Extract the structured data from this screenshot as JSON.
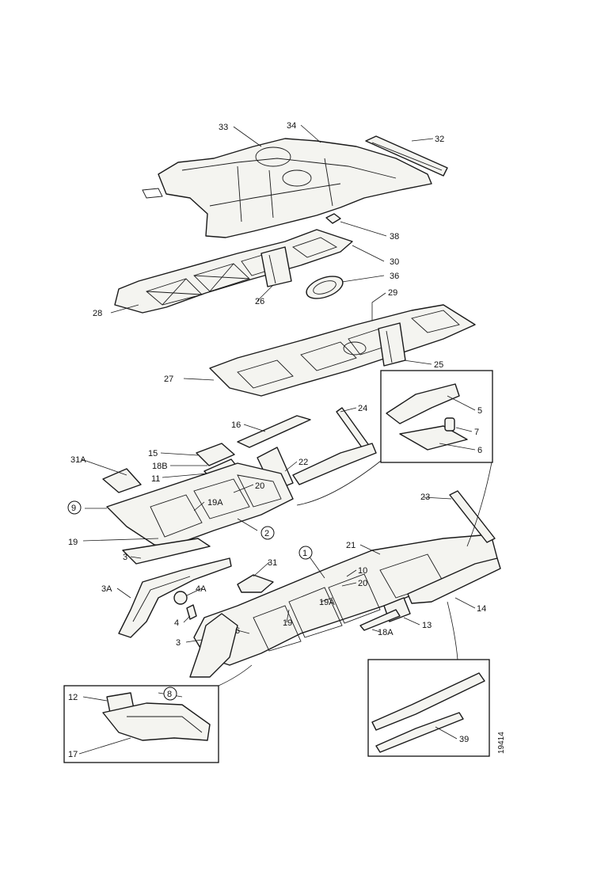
{
  "callouts": {
    "c33": "33",
    "c34": "34",
    "c32": "32",
    "c38": "38",
    "c30": "30",
    "c36": "36",
    "c26": "26",
    "c28": "28",
    "c29": "29",
    "c27": "27",
    "c25": "25",
    "c5": "5",
    "c7": "7",
    "c6": "6",
    "c16": "16",
    "c24": "24",
    "c15": "15",
    "c18B": "18B",
    "c22": "22",
    "c31A": "31A",
    "c11": "11",
    "c9": "9",
    "c20a": "20",
    "c19Aa": "19A",
    "c2": "2",
    "c19": "19",
    "c23": "23",
    "c3top": "3",
    "c1": "1",
    "c21": "21",
    "c31": "31",
    "c10": "10",
    "c20b": "20",
    "c3A": "3A",
    "c4A": "4A",
    "c19Ab": "19A",
    "c4": "4",
    "c19b": "19",
    "c14": "14",
    "c13": "13",
    "c3b": "3",
    "c6b": "6",
    "c18A": "18A",
    "c8": "8",
    "c12": "12",
    "c17": "17",
    "c39": "39"
  },
  "reference_number": "19414"
}
